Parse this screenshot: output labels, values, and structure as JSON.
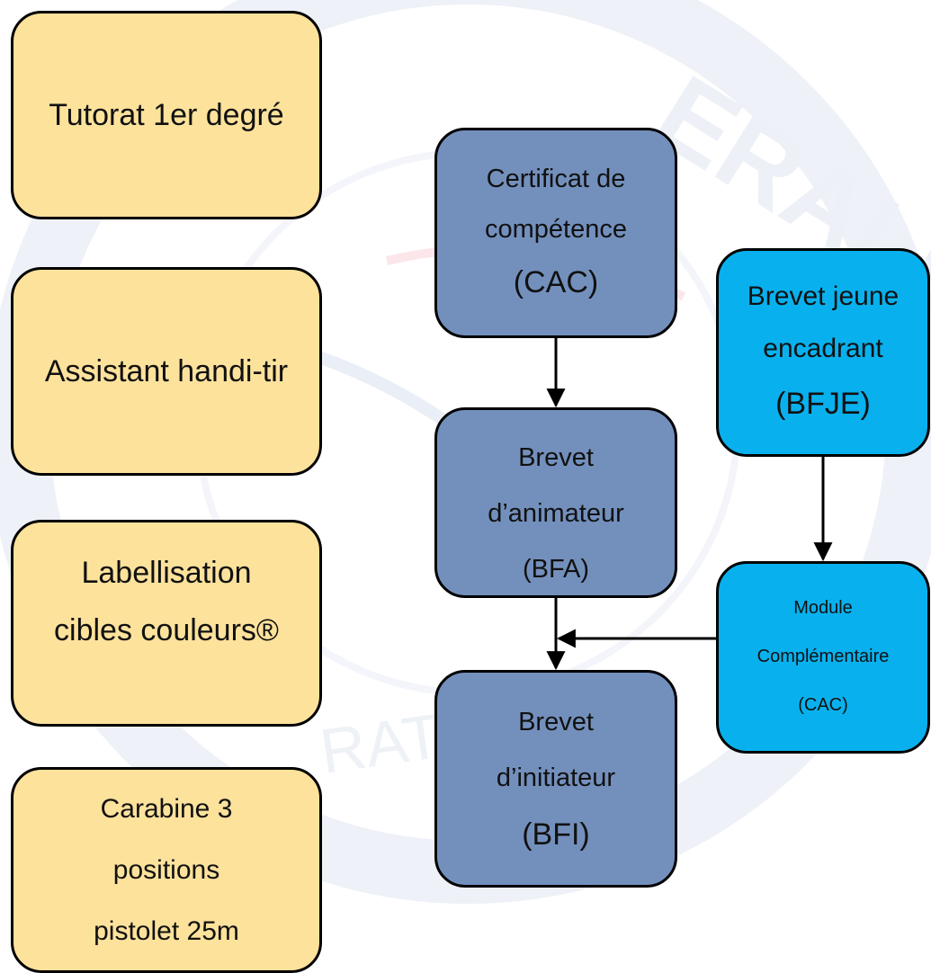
{
  "colors": {
    "left_boxes": "#fde29c",
    "main_track": "#7390bd",
    "youth_track": "#08b1ee",
    "border": "#000000",
    "watermark": "#e8ecf4"
  },
  "watermark": {
    "text_top": "ERALE",
    "text_bottom": "RATIO"
  },
  "left_boxes": {
    "tutorat": {
      "line1": "Tutorat 1er degré"
    },
    "handi": {
      "line1": "Assistant handi-tir"
    },
    "label": {
      "line1": "Labellisation",
      "line2": "cibles couleurs®"
    },
    "carabine": {
      "line1": "Carabine 3",
      "line2": "positions",
      "line3": "pistolet 25m"
    }
  },
  "main_track": {
    "cac": {
      "line1": "Certificat de",
      "line2": "compétence",
      "line3": "(CAC)"
    },
    "bfa": {
      "line1": "Brevet",
      "line2": "d’animateur",
      "line3": "(BFA)"
    },
    "bfi": {
      "line1": "Brevet",
      "line2": "d’initiateur",
      "line3": "(BFI)"
    }
  },
  "youth_track": {
    "bfje": {
      "line1": "Brevet jeune",
      "line2": "encadrant",
      "line3": "(BFJE)"
    },
    "module": {
      "line1": "Module",
      "line2": "Complémentaire",
      "line3": "(CAC)"
    }
  }
}
